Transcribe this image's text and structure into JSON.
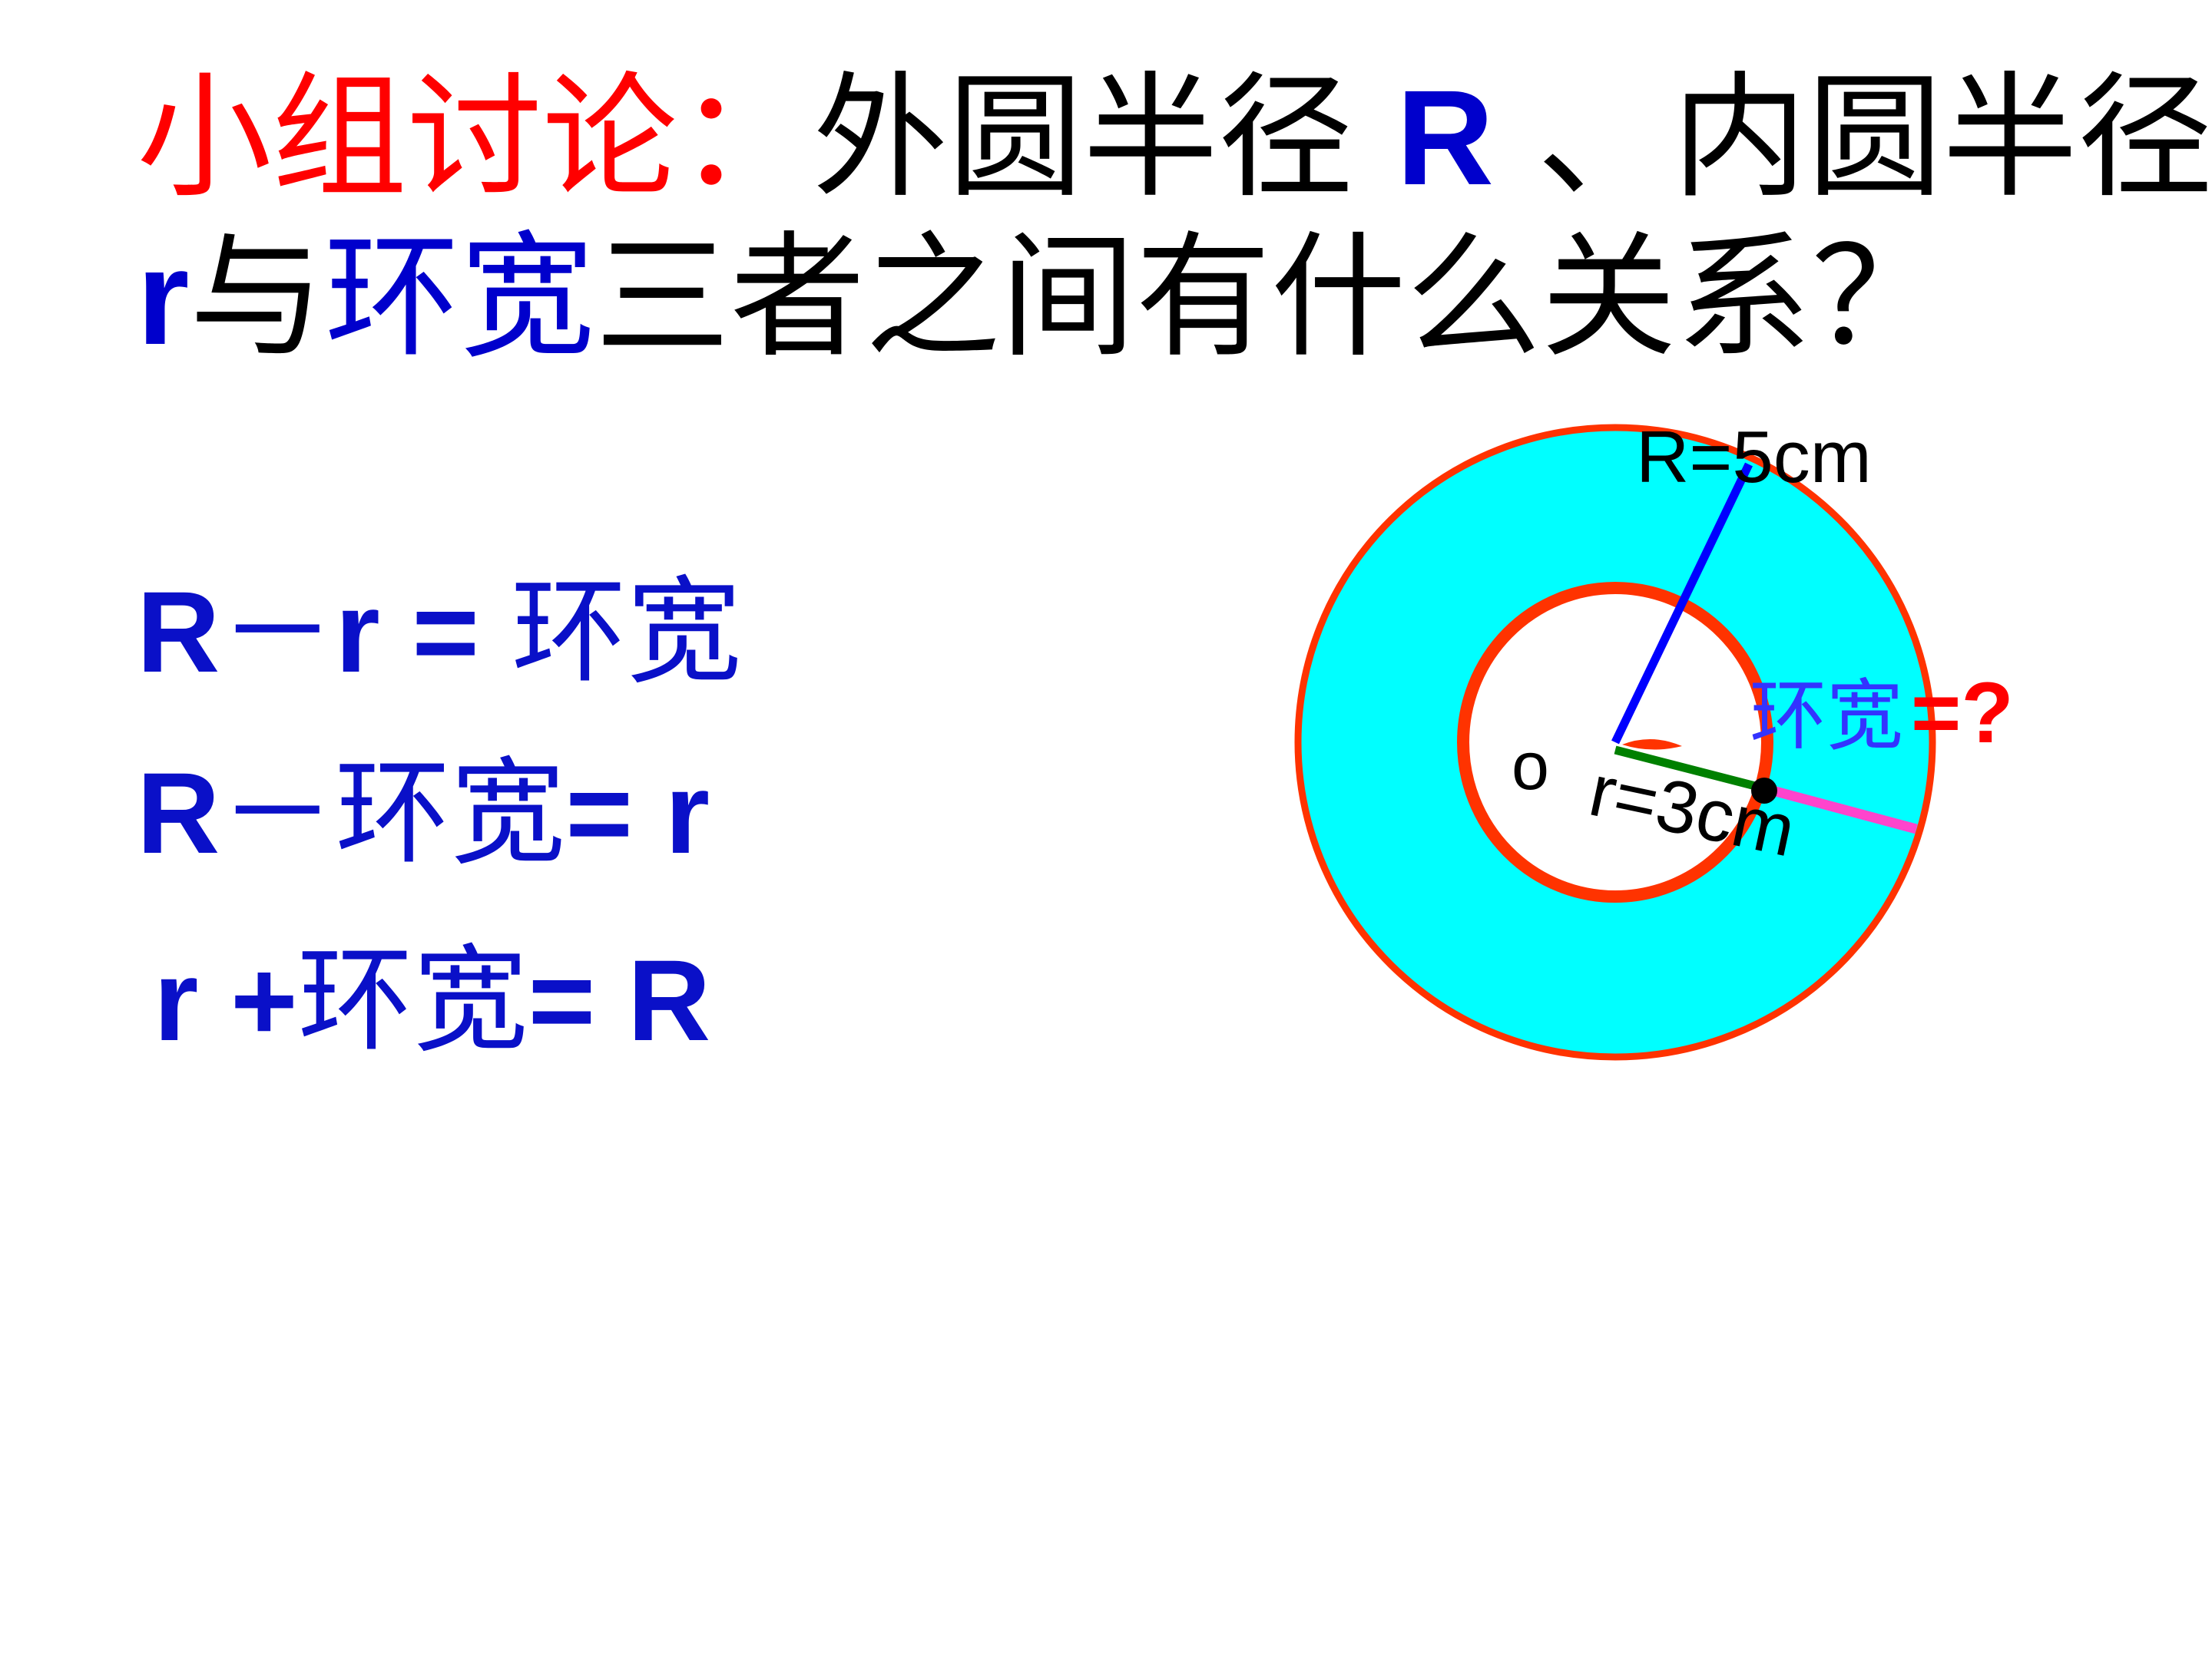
{
  "title": {
    "line1": {
      "label": "小组讨论：",
      "text_a": "外圆半径 ",
      "R": "R",
      "text_b": " 、内圆半径"
    },
    "line2": {
      "r": "r",
      "yu": "与",
      "ring_width": "环宽",
      "rest": "三者之间有什么关系？"
    }
  },
  "equations": [
    {
      "a": "R",
      "op": "－",
      "b": "r",
      "eq": " = ",
      "c": "环宽"
    },
    {
      "a": "R",
      "op": "－",
      "b": "环宽",
      "eq": "= ",
      "c": "r"
    },
    {
      "a": "r",
      "op": " +",
      "b": "环宽",
      "eq": "= ",
      "c": "R"
    }
  ],
  "diagram": {
    "outer_radius_label": "R=5cm",
    "inner_radius_label": "r=3cm",
    "center_label": "o",
    "ring_width_label": "环宽",
    "ring_width_question": "=?",
    "outer_radius_value_cm": 5,
    "inner_radius_value_cm": 3
  },
  "colors": {
    "title_red": "#ff0000",
    "text_blue": "#0000cc",
    "ring_fill": "#00ffff",
    "circle_stroke": "#ff3300",
    "outer_radius_line": "#0000ff",
    "inner_radius_line": "#008000",
    "ring_width_line": "#ff44cc"
  }
}
